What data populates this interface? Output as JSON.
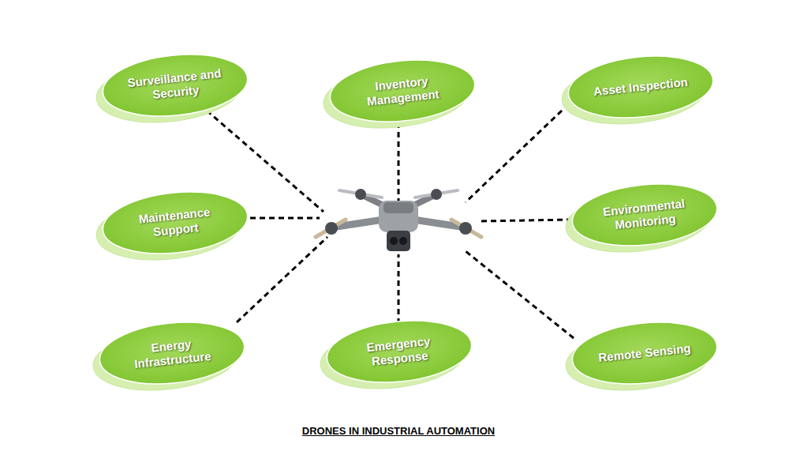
{
  "diagram": {
    "caption": "DRONES IN INDUSTRIAL AUTOMATION",
    "nodes": [
      {
        "text": [
          "Surveillance and Security"
        ]
      },
      {
        "text": [
          "Inventory Management"
        ]
      },
      {
        "text": [
          "Asset Inspection"
        ]
      },
      {
        "text": [
          "Maintenance Support"
        ]
      },
      {
        "text": [
          "Environmental Monitoring"
        ]
      },
      {
        "text": [
          "Energy Infrastructure"
        ]
      },
      {
        "text": [
          "Emergency Response"
        ]
      },
      {
        "text": [
          "Remote Sensing"
        ]
      }
    ]
  }
}
